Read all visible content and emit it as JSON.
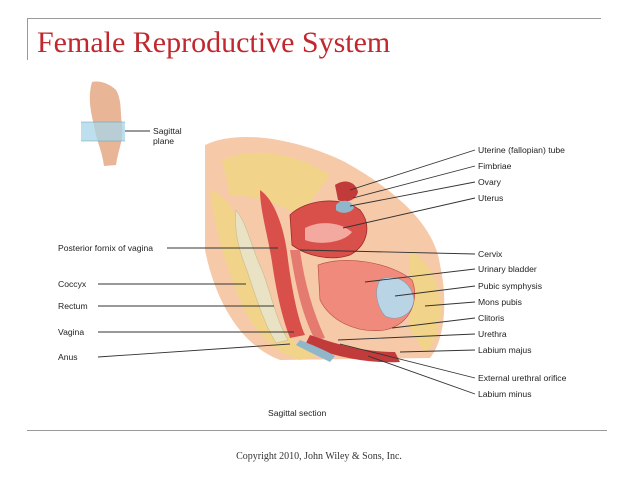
{
  "slide": {
    "title": "Female Reproductive System",
    "copyright": "Copyright 2010, John Wiley & Sons, Inc."
  },
  "figure": {
    "inset_label": "Sagittal\nplane",
    "caption": "Sagittal section",
    "left_labels": [
      "Posterior fornix of vagina",
      "Coccyx",
      "Rectum",
      "Vagina",
      "Anus"
    ],
    "right_labels": [
      "Uterine (fallopian) tube",
      "Fimbriae",
      "Ovary",
      "Uterus",
      "Cervix",
      "Urinary bladder",
      "Pubic symphysis",
      "Mons pubis",
      "Clitoris",
      "Urethra",
      "Labium majus",
      "External urethral orifice",
      "Labium minus"
    ]
  },
  "colors": {
    "title": "#c0282d",
    "tissue": "#d9504a",
    "fat": "#f1d489",
    "bone": "#e9e2c4",
    "bladder": "#b9d4e4"
  }
}
